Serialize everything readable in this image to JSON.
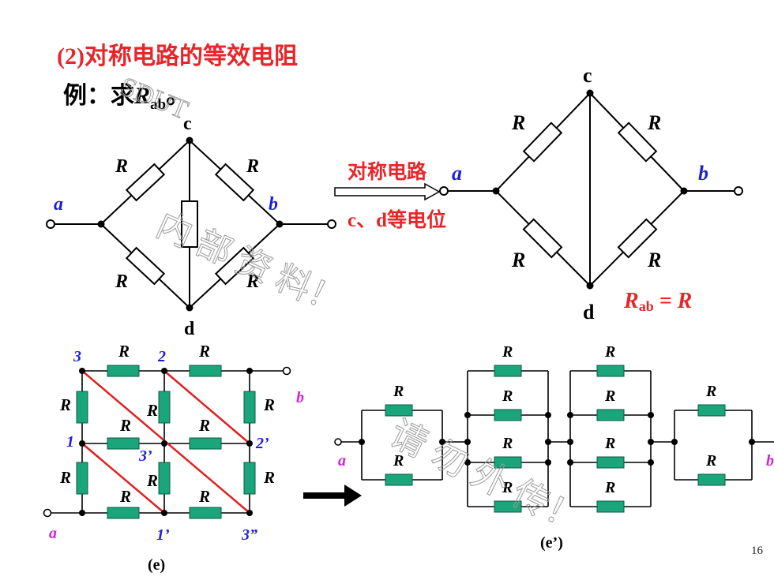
{
  "slide": {
    "title": "(2)对称电路的等效电阻",
    "example_prefix": "例：求",
    "example_var": "R",
    "example_sub": "ab",
    "example_suffix": "。",
    "page_number": "16"
  },
  "diagram_a": {
    "nodes": {
      "a": "a",
      "b": "b",
      "c": "c",
      "d": "d"
    },
    "resistor_label": "R"
  },
  "transform_note": {
    "line1": "对称电路",
    "line2": "c、d等电位"
  },
  "diagram_b": {
    "nodes": {
      "a": "a",
      "b": "b",
      "c": "c",
      "d": "d"
    },
    "resistor_label": "R",
    "result_var": "R",
    "result_sub": "ab",
    "result_rest": " = R"
  },
  "diagram_e": {
    "caption": "(e)",
    "resistor_label": "R",
    "nodes": {
      "n3": "3",
      "n2": "2",
      "n1": "1",
      "n3p": "3’",
      "n2p": "2’",
      "n1p": "1’",
      "n3pp": "3”",
      "a": "a",
      "b": "b"
    }
  },
  "diagram_e2": {
    "caption": "(e’)",
    "resistor_label": "R",
    "a": "a",
    "b": "b"
  },
  "watermark": {
    "top": "SDUT",
    "mid": "内 部 资 料！",
    "low": "请 勿 外 传！"
  },
  "colors": {
    "title_red": "#e8262a",
    "node_blue": "#1f1fd6",
    "label_magenta": "#d61fd6",
    "resistor_green": "#1aa57a",
    "diagonal_red": "#e02020"
  }
}
